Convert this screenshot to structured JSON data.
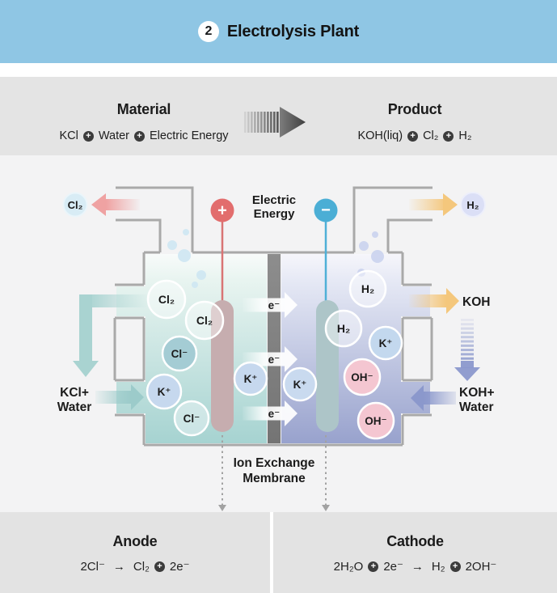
{
  "header": {
    "badge": "2",
    "title": "Electrolysis Plant"
  },
  "glyphs": {
    "plus": "+",
    "arrow": "→"
  },
  "overview": {
    "material": {
      "title": "Material",
      "items": [
        "KCl",
        "Water",
        "Electric Energy"
      ]
    },
    "product": {
      "title": "Product",
      "items": [
        "KOH(liq)",
        "Cl₂",
        "H₂"
      ]
    }
  },
  "diagram": {
    "gas_out_left": "Cl₂",
    "gas_out_right": "H₂",
    "electric_line1": "Electric",
    "electric_line2": "Energy",
    "anode_terminal": "+",
    "cathode_terminal": "−",
    "electron": "e⁻",
    "feed_left_line1": "KCl+",
    "feed_left_line2": "Water",
    "out_right": "KOH",
    "feed_right_line1": "KOH+",
    "feed_right_line2": "Water",
    "membrane_line1": "Ion Exchange",
    "membrane_line2": "Membrane",
    "left_ions": [
      "Cl₂",
      "Cl₂",
      "Cl⁻",
      "K⁺",
      "Cl⁻",
      "K⁺"
    ],
    "right_ions": [
      "H₂",
      "H₂",
      "K⁺",
      "K⁺",
      "OH⁻",
      "OH⁻"
    ]
  },
  "reactions": {
    "anode": {
      "title": "Anode",
      "lhs": "2Cl⁻",
      "rhs1": "Cl₂",
      "rhs2": "2e⁻"
    },
    "cathode": {
      "title": "Cathode",
      "lhs1": "2H₂O",
      "lhs2": "2e⁻",
      "rhs1": "H₂",
      "rhs2": "2OH⁻"
    }
  },
  "colors": {
    "header_blue": "#8FC6E4",
    "overview_bar_gray": "#E4E4E4",
    "canvas_gray": "#F3F3F4",
    "panel_gray": "#E3E3E3",
    "left_tank_teal": "#A6D3D1",
    "right_tank_lavender": "#98A2CD",
    "membrane_gray": "#7E7E7E",
    "anode_terminal_red": "#E26D6D",
    "cathode_terminal_blue": "#4BAED5",
    "anode_bar_mauve": "#C6ADAF",
    "cathode_bar_teal": "#ADC5C8",
    "cl2_arrow_pink": "#EFA2A2",
    "h2_koh_arrow_yellow": "#F4C77C",
    "kcl_feed_teal": "#A9D3D1",
    "koh_feed_purple": "#8B98CC"
  }
}
